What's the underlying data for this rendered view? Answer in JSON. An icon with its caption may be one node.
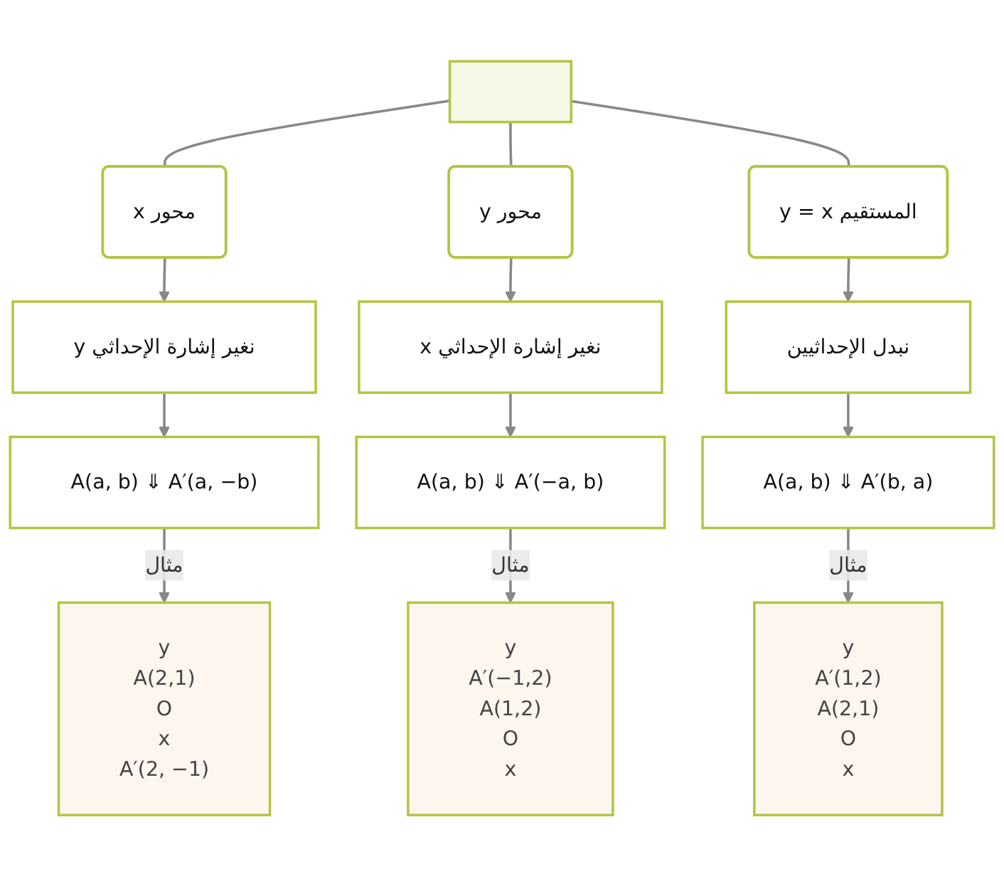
{
  "diagram": {
    "nodes": [
      {
        "text": [],
        "shape": "box"
      },
      {
        "text": [
          "محور x"
        ]
      },
      {
        "text": [
          "محور y"
        ]
      },
      {
        "text": [
          "المستقيم y = x"
        ]
      },
      {
        "text": [
          "نغير إشارة الإحداثي y"
        ]
      },
      {
        "text": [
          "نغير إشارة الإحداثي x"
        ]
      },
      {
        "text": [
          "نبدل الإحداثيين"
        ]
      },
      {
        "text": [
          "A(a, b) ⇓ A′(a, −b)"
        ]
      },
      {
        "text": [
          "A(a, b) ⇓ A′(−a, b)"
        ]
      },
      {
        "text": [
          "A(a, b) ⇓ A′(b, a)"
        ]
      },
      {
        "text": [
          "y",
          "A(2,1)",
          "O",
          "x",
          "A′(2, −1)"
        ]
      },
      {
        "text": [
          "y",
          "A′(−1,2)",
          "A(1,2)",
          "O",
          "x"
        ]
      },
      {
        "text": [
          "y",
          "A′(1,2)",
          "A(2,1)",
          "O",
          "x"
        ]
      }
    ],
    "edges": [
      {
        "from": 0,
        "to": 1,
        "arrow": "none"
      },
      {
        "from": 0,
        "to": 2,
        "arrow": "none"
      },
      {
        "from": 0,
        "to": 3,
        "arrow": "none"
      },
      {
        "from": 1,
        "to": 4,
        "arrow": "to"
      },
      {
        "from": 2,
        "to": 5,
        "arrow": "to"
      },
      {
        "from": 3,
        "to": 6,
        "arrow": "to"
      },
      {
        "from": 4,
        "to": 7,
        "arrow": "to"
      },
      {
        "from": 5,
        "to": 8,
        "arrow": "to"
      },
      {
        "from": 6,
        "to": 9,
        "arrow": "to"
      },
      {
        "from": 7,
        "to": 10,
        "arrow": "to",
        "label": "مثال"
      },
      {
        "from": 8,
        "to": 11,
        "arrow": "to",
        "label": "مثال"
      },
      {
        "from": 9,
        "to": 12,
        "arrow": "to",
        "label": "مثال"
      }
    ]
  }
}
